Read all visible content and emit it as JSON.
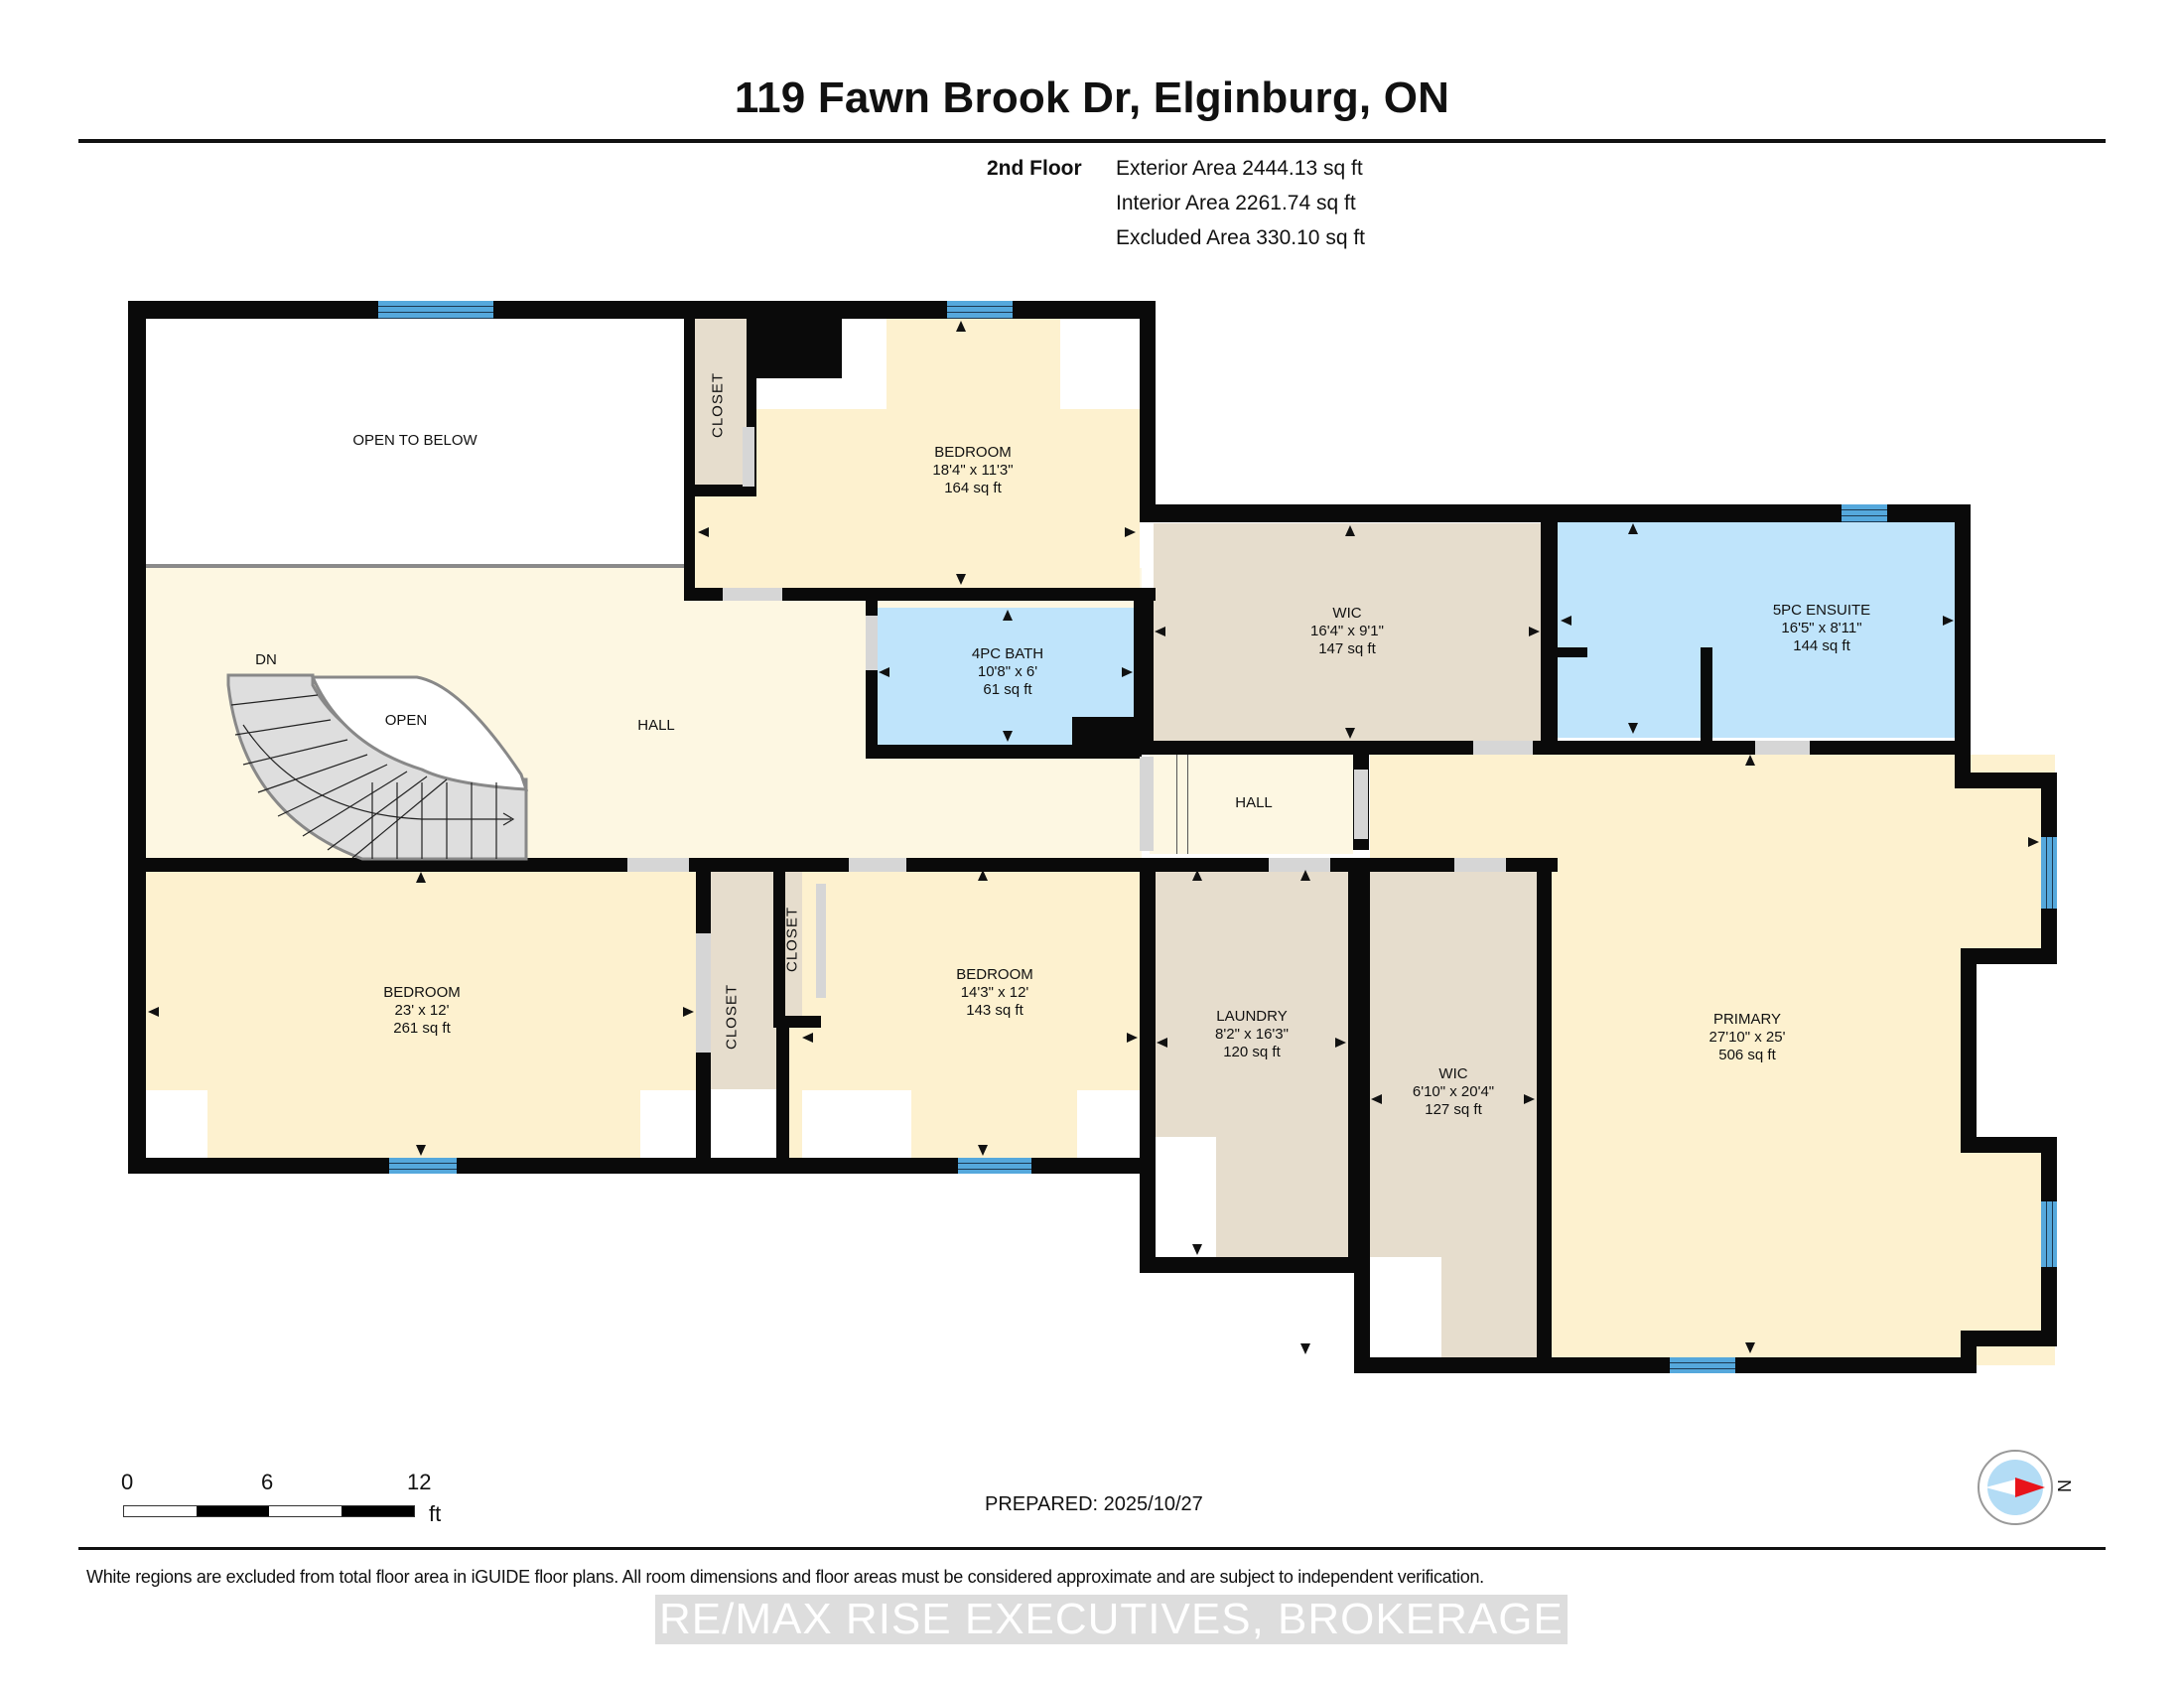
{
  "header": {
    "title": "119 Fawn Brook Dr, Elginburg, ON",
    "floor_label": "2nd Floor",
    "exterior_area": "Exterior Area 2444.13 sq ft",
    "interior_area": "Interior Area 2261.74 sq ft",
    "excluded_area": "Excluded Area 330.10 sq ft"
  },
  "rooms": {
    "open_to_below": {
      "name": "OPEN TO BELOW"
    },
    "closet_top": {
      "name": "CLOSET"
    },
    "bedroom_top": {
      "name": "BEDROOM",
      "dims": "18'4\" x 11'3\"",
      "area": "164 sq ft"
    },
    "bath_4pc": {
      "name": "4PC BATH",
      "dims": "10'8\" x 6'",
      "area": "61 sq ft"
    },
    "wic_top": {
      "name": "WIC",
      "dims": "16'4\" x 9'1\"",
      "area": "147 sq ft"
    },
    "ensuite_5pc": {
      "name": "5PC ENSUITE",
      "dims": "16'5\" x 8'11\"",
      "area": "144 sq ft"
    },
    "hall_main": {
      "name": "HALL"
    },
    "stair_down": {
      "name": "DN"
    },
    "stair_open": {
      "name": "OPEN"
    },
    "hall_small": {
      "name": "HALL"
    },
    "bedroom_left": {
      "name": "BEDROOM",
      "dims": "23' x 12'",
      "area": "261 sq ft"
    },
    "closet_left": {
      "name": "CLOSET"
    },
    "closet_mid": {
      "name": "CLOSET"
    },
    "bedroom_mid": {
      "name": "BEDROOM",
      "dims": "14'3\" x 12'",
      "area": "143 sq ft"
    },
    "laundry": {
      "name": "LAUNDRY",
      "dims": "8'2\" x 16'3\"",
      "area": "120 sq ft"
    },
    "wic_bottom": {
      "name": "WIC",
      "dims": "6'10\" x 20'4\"",
      "area": "127 sq ft"
    },
    "primary": {
      "name": "PRIMARY",
      "dims": "27'10\" x 25'",
      "area": "506 sq ft"
    }
  },
  "scale_bar": {
    "ticks": [
      "0",
      "6",
      "12"
    ],
    "unit": "ft"
  },
  "prepared": "PREPARED: 2025/10/27",
  "compass": {
    "label": "N"
  },
  "footer": {
    "note": "White regions are excluded from total floor area in iGUIDE floor plans. All room dimensions and floor areas must be considered approximate and are subject to independent verification.",
    "watermark": "RE/MAX RISE EXECUTIVES, BROKERAGE"
  },
  "colors": {
    "living": "#fdf1cf",
    "hall": "#fdf7e2",
    "storage": "#e6ddcd",
    "bath": "#bfe4fb",
    "window": "#55a8dc",
    "wall": "#0a0a0a",
    "compass_arrow": "#e8141b"
  }
}
